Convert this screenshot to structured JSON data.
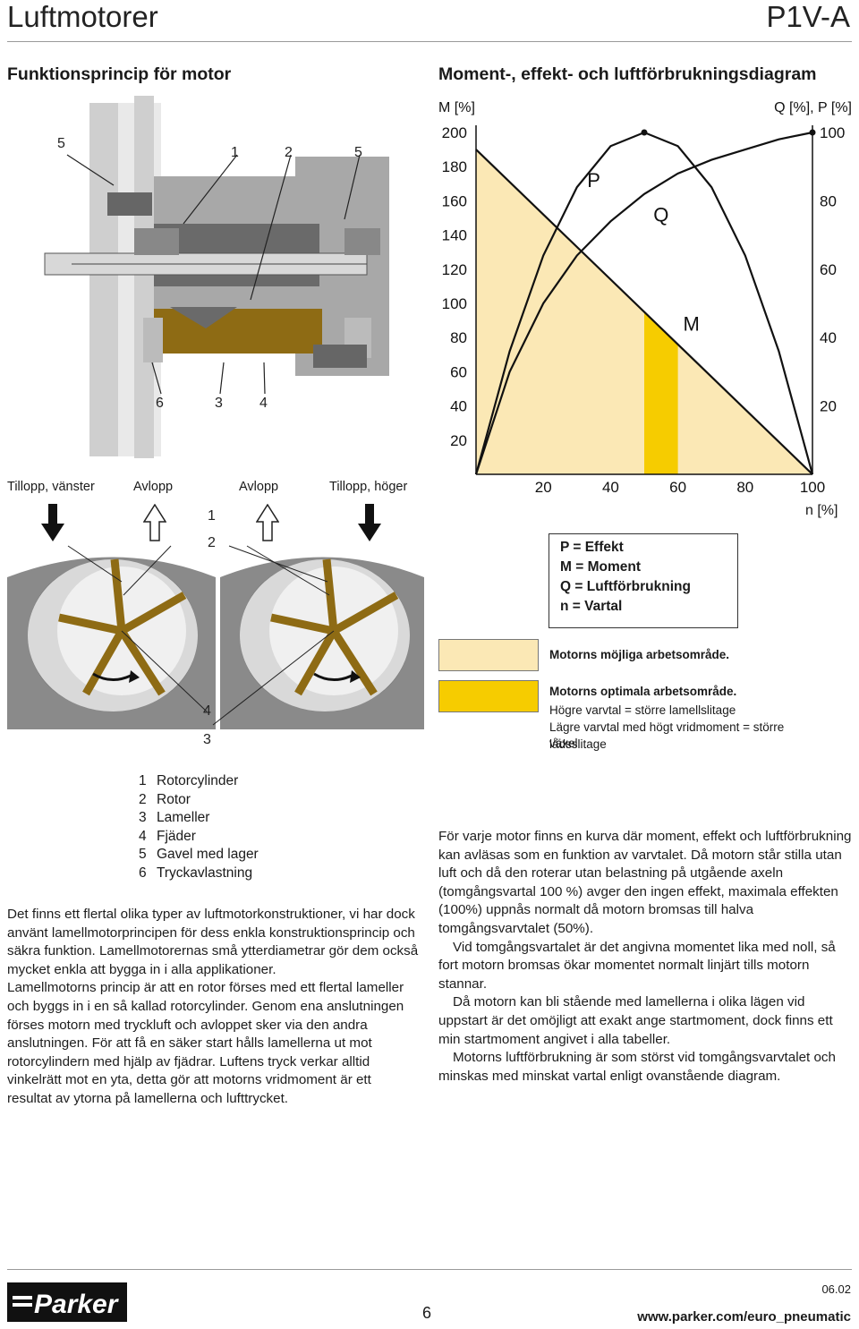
{
  "header": {
    "title": "Luftmotorer",
    "model": "P1V-A"
  },
  "left_section": {
    "title": "Funktionsprincip för motor",
    "callouts_top": [
      "5",
      "1",
      "2",
      "5"
    ],
    "callouts_bottom": [
      "6",
      "3",
      "4"
    ],
    "port_labels": [
      "Tillopp, vänster",
      "Avlopp",
      "Avlopp",
      "Tillopp, höger"
    ],
    "rotor_callouts": {
      "one": "1",
      "two": "2",
      "four": "4",
      "three": "3"
    },
    "parts": [
      {
        "num": "1",
        "name": "Rotorcylinder"
      },
      {
        "num": "2",
        "name": "Rotor"
      },
      {
        "num": "3",
        "name": "Lameller"
      },
      {
        "num": "4",
        "name": "Fjäder"
      },
      {
        "num": "5",
        "name": "Gavel med lager"
      },
      {
        "num": "6",
        "name": "Tryckavlastning"
      }
    ],
    "paragraphs": [
      "Det finns ett flertal olika typer av luftmotorkonstruktioner, vi har dock använt lamellmotorprincipen för dess enkla konstruktionsprincip och säkra funktion. Lamellmotorernas små ytterdiametrar gör dem också mycket enkla att bygga in i alla applikationer.",
      "Lamellmotorns princip är att en rotor förses med ett flertal lameller och byggs in i en så kallad rotorcylinder. Genom ena anslutningen förses motorn med tryckluft och avloppet sker via den andra anslutningen. För att få en säker start hålls lamell­erna ut mot rotorcylindern med hjälp av fjädrar. Luftens tryck verkar alltid vinkelrätt mot en yta, detta gör att motorns vrid­moment är ett resultat av ytorna på lamellerna och lufttrycket."
    ]
  },
  "right_section": {
    "title": "Moment-, effekt- och luftförbrukningsdiagram",
    "legend": [
      "P = Effekt",
      "M = Moment",
      "Q = Luftförbrukning",
      "n = Vartal"
    ],
    "area_possible": "Motorns möjliga arbetsområde.",
    "area_optimal": "Motorns optimala arbetsområde.",
    "area_note_1": "Högre varvtal = större lamellslitage",
    "area_note_2": "Lägre varvtal med högt vridmoment = större växel­",
    "area_note_3": "lådsslitage",
    "paragraphs": [
      "För varje motor finns en kurva där moment, effekt och luftför­brukning kan avläsas som en funktion av varvtalet. Då motorn står stilla utan luft och då den roterar utan belastning på utgående axeln (tomgångsvartal 100 %) avger den ingen effekt, maximala effekten (100%) uppnås normalt då motorn bromsas till halva tomgångsvarvtalet (50%).",
      "Vid tomgångsvartalet är det angivna momentet lika med noll, så fort motorn bromsas ökar momentet normalt linjärt tills motorn stannar.",
      "Då motorn kan bli stående med lamellerna i olika lägen vid uppstart är det omöjligt att exakt ange startmoment, dock finns ett min startmoment angivet i alla tabeller.",
      "Motorns luftförbrukning är som störst vid tomgångsvarvtalet och minskas med minskat vartal enligt ovanstående diagram."
    ]
  },
  "chart_data": {
    "type": "line",
    "ylabel_left": "M [%]",
    "ylabel_right": "Q [%], P [%]",
    "xlabel": "n [%]",
    "x_ticks": [
      "20",
      "40",
      "60",
      "80",
      "100"
    ],
    "y_left_ticks": [
      "200",
      "180",
      "160",
      "140",
      "120",
      "100",
      "80",
      "60",
      "40",
      "20"
    ],
    "y_right_ticks": [
      "100",
      "80",
      "60",
      "40",
      "20"
    ],
    "xlim": [
      0,
      100
    ],
    "ylim_left": [
      0,
      200
    ],
    "ylim_right": [
      0,
      100
    ],
    "series": [
      {
        "name": "M",
        "axis": "left",
        "x": [
          0,
          100
        ],
        "y": [
          190,
          0
        ]
      },
      {
        "name": "P",
        "axis": "right",
        "x": [
          0,
          10,
          20,
          30,
          40,
          50,
          60,
          70,
          80,
          90,
          100
        ],
        "y": [
          0,
          36,
          64,
          84,
          96,
          100,
          96,
          84,
          64,
          36,
          0
        ]
      },
      {
        "name": "Q",
        "axis": "right",
        "x": [
          0,
          10,
          20,
          30,
          40,
          50,
          60,
          70,
          80,
          90,
          100
        ],
        "y": [
          0,
          30,
          50,
          64,
          74,
          82,
          88,
          92,
          95,
          98,
          100
        ]
      }
    ],
    "curve_labels": {
      "P": "P",
      "Q": "Q",
      "M": "M"
    },
    "area_possible_range": [
      0,
      100
    ],
    "area_optimal_range": [
      50,
      60
    ],
    "colors": {
      "possible": "#fbe8b5",
      "optimal": "#f6cc00",
      "curves": "#111111"
    }
  },
  "footer": {
    "brand": "Parker",
    "page": "6",
    "date": "06.02",
    "url": "www.parker.com/euro_pneumatic"
  }
}
